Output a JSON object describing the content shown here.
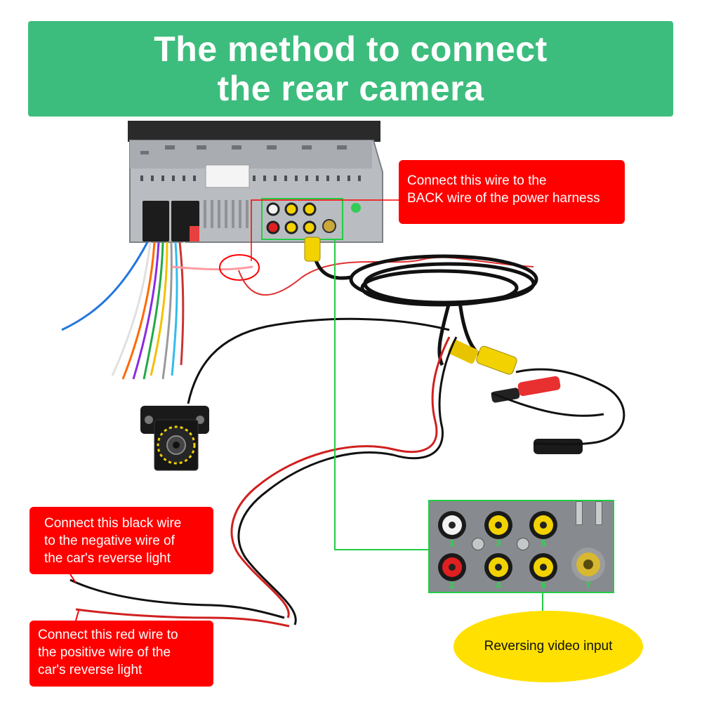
{
  "title": {
    "line1": "The method to connect",
    "line2": "the rear camera"
  },
  "callouts": {
    "back_wire": {
      "line1": "Connect this wire to the",
      "line2": "BACK wire of the power harness"
    },
    "black_wire": {
      "line1": "Connect this black wire",
      "line2": "to the negative wire of",
      "line3": "the car's reverse light"
    },
    "red_wire": {
      "line1": "Connect this red wire to",
      "line2": "the positive wire of the",
      "line3": "car's reverse light"
    },
    "reversing_input": "Reversing video input"
  },
  "ports": [
    {
      "number": "1",
      "color": "#f2f2f2"
    },
    {
      "number": "2",
      "color": "#e02020"
    },
    {
      "number": "3",
      "color": "#f2d200"
    },
    {
      "number": "4",
      "color": "#f2d200"
    },
    {
      "number": "5",
      "color": "#f2d200"
    },
    {
      "number": "6",
      "color": "#f2d200"
    },
    {
      "number": "7",
      "color": "#d8b830"
    }
  ],
  "colors": {
    "banner": "#3dbd7d",
    "callout_red": "#ff0000",
    "callout_yellow": "#ffe000",
    "highlight_green": "#22cc44"
  }
}
